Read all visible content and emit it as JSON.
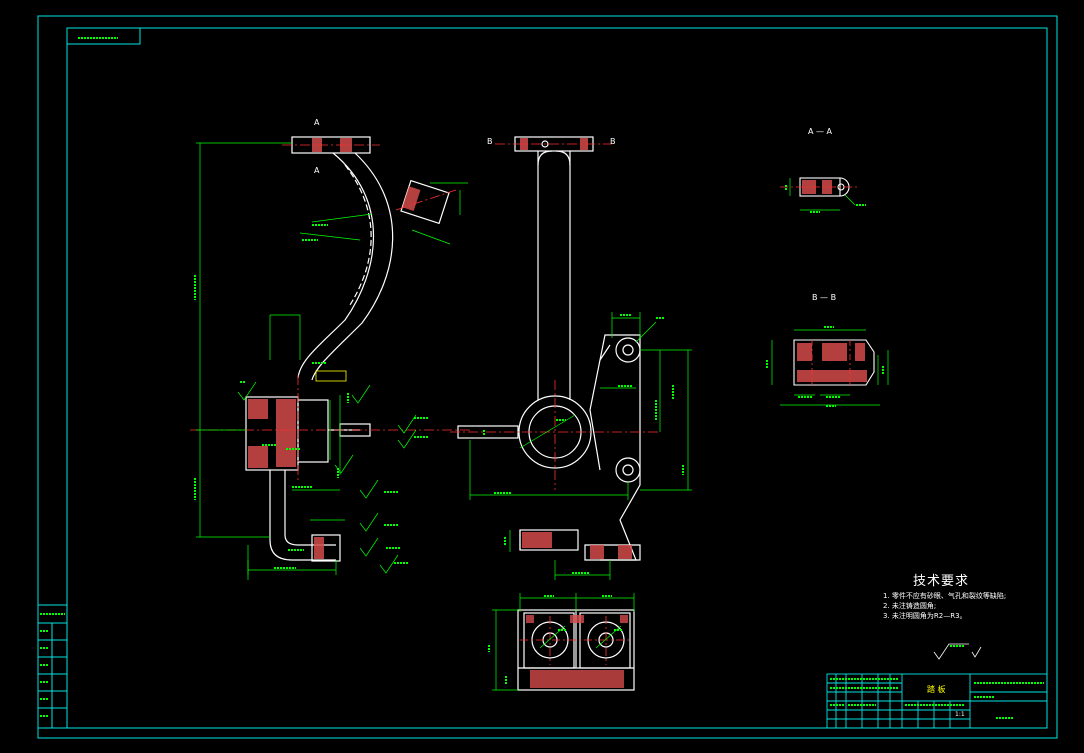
{
  "drawing": {
    "colors": {
      "background": "#000000",
      "border": "#00e5e5",
      "outline": "#ffffff",
      "dimension": "#00ff00",
      "hatch": "#d44a4a",
      "center_line": "#ff3030",
      "highlight": "#ffff00"
    },
    "sections": {
      "section_a": "A — A",
      "section_b": "B — B",
      "cut_a": "A",
      "cut_b": "B"
    },
    "tech_requirements": {
      "title": "技术要求",
      "items": [
        "1. 零件不应有砂眼、气孔和裂纹等缺陷;",
        "2. 未注铸造圆角;",
        "3. 未注明圆角为R2—R3。"
      ]
    },
    "title_block": {
      "part_name": "踏 板",
      "scale": "1:1"
    }
  }
}
